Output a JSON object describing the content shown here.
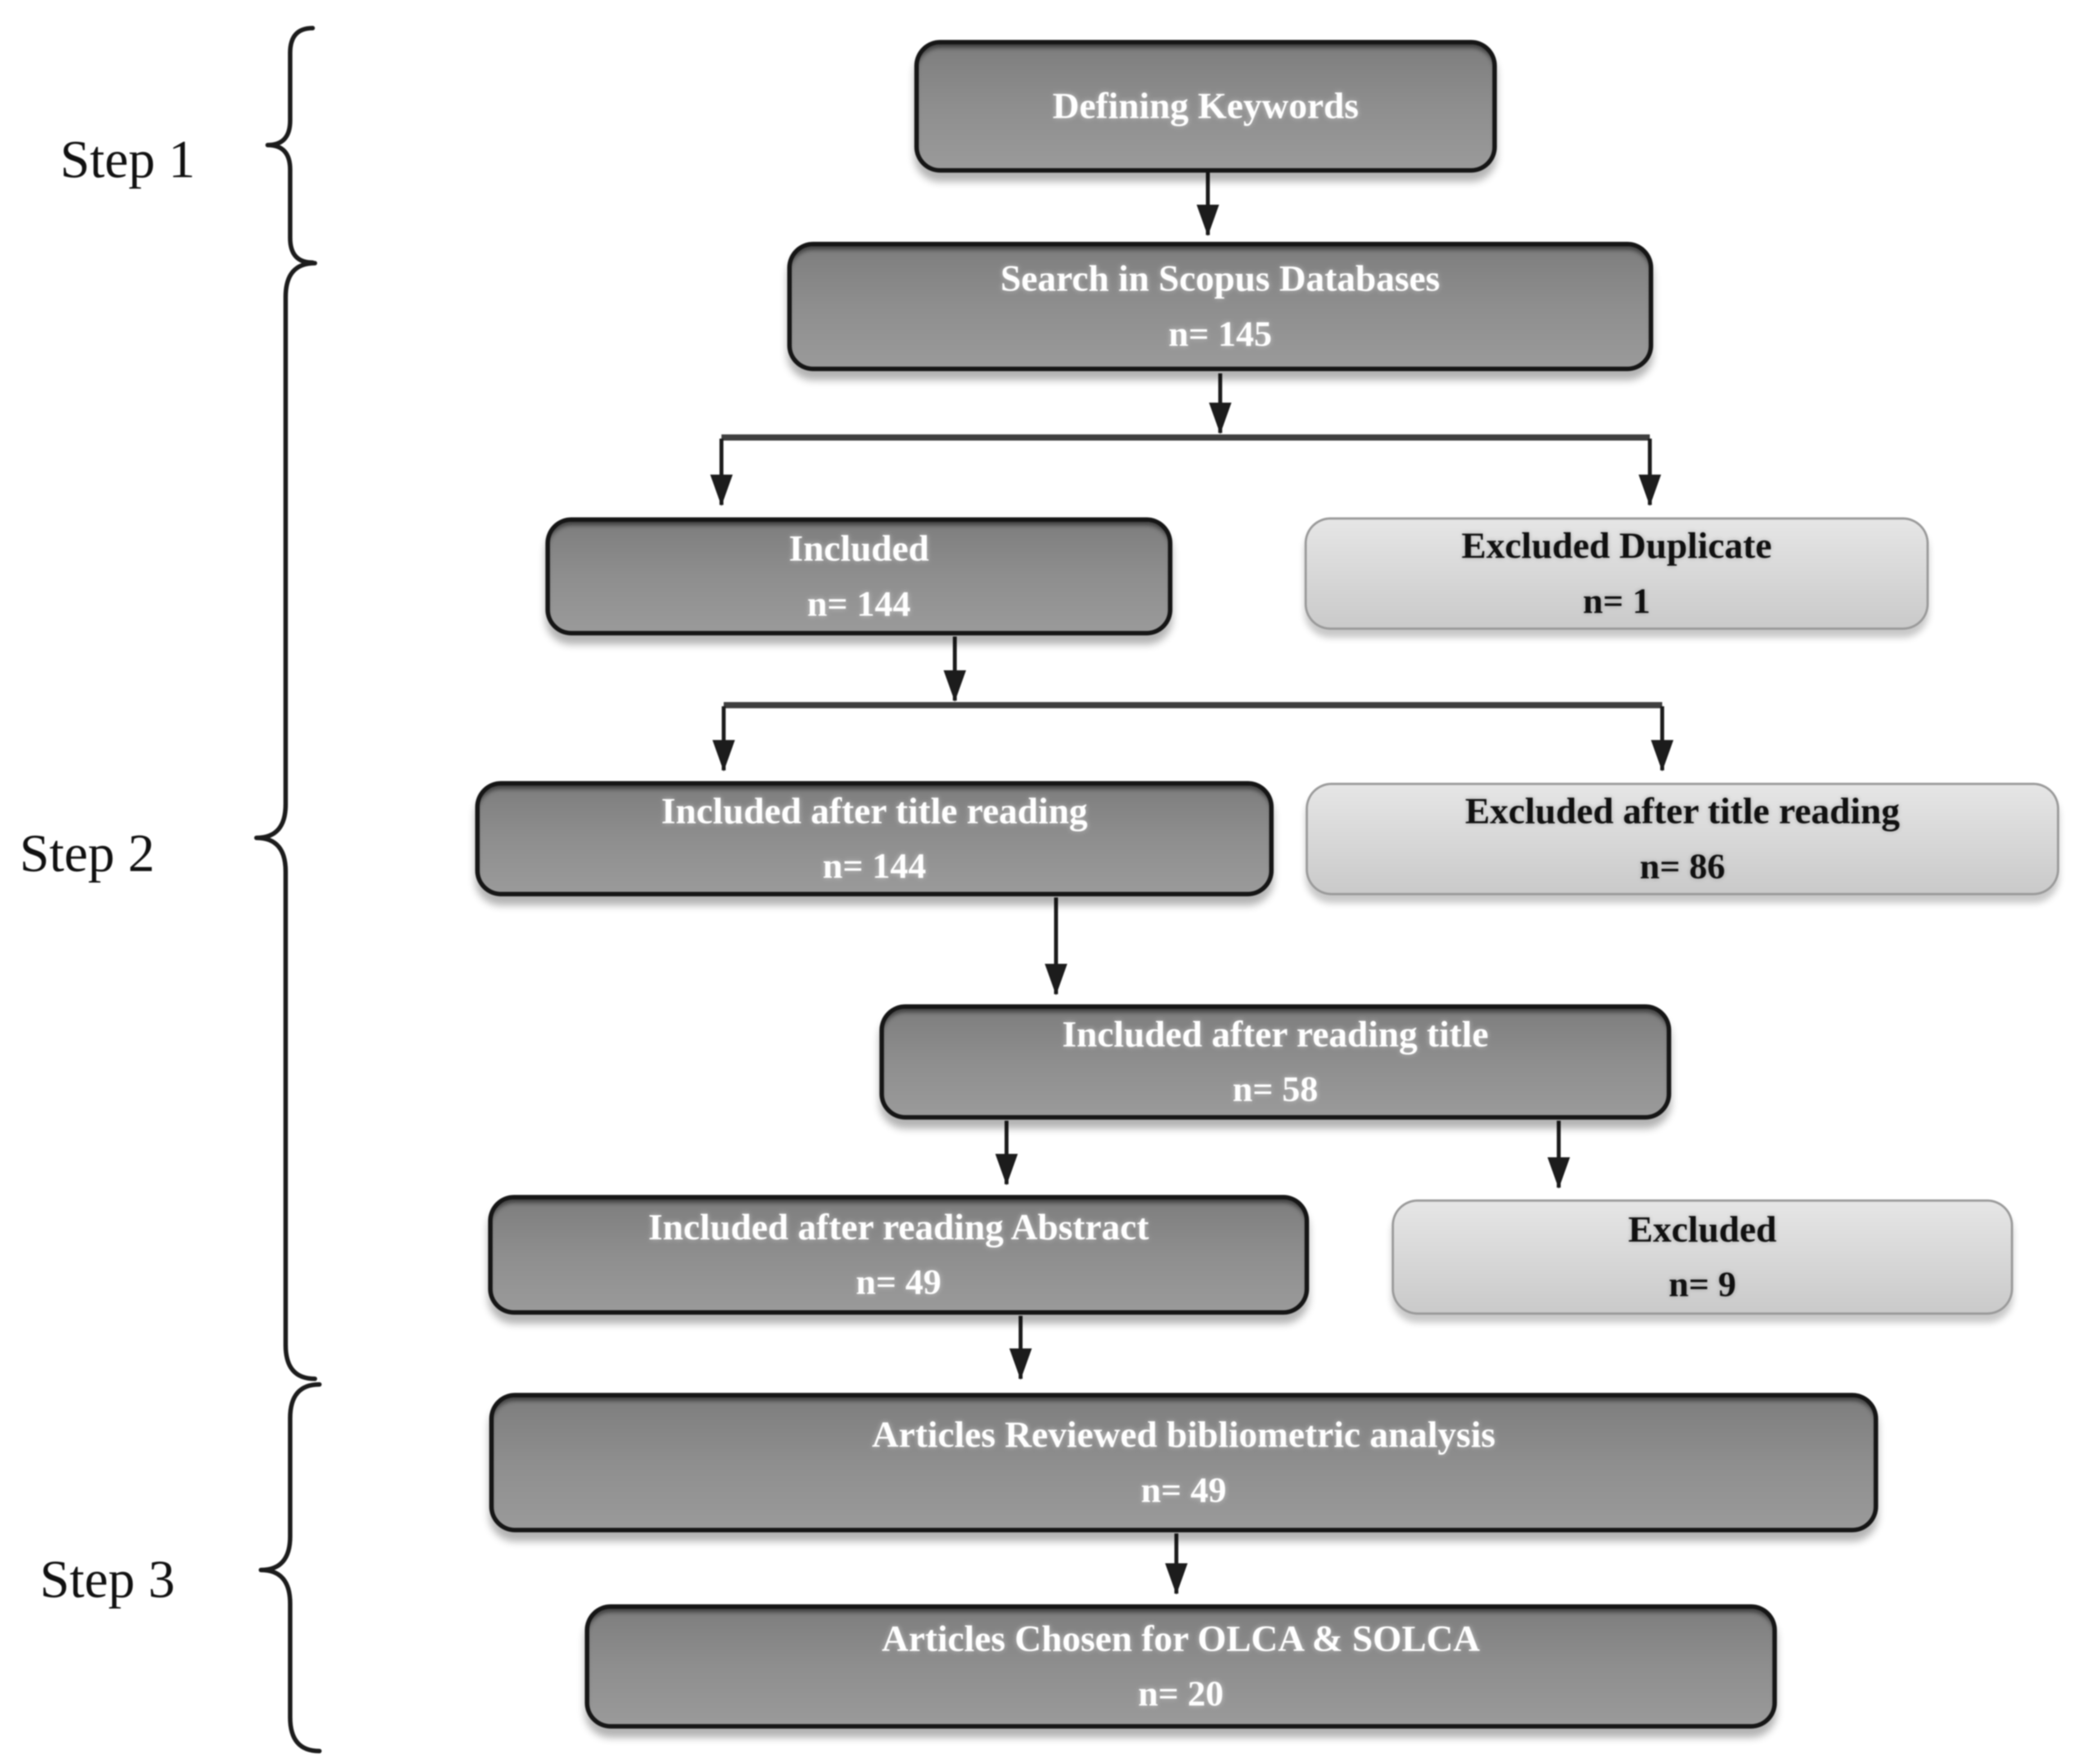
{
  "background": "#ffffff",
  "colors": {
    "background": "#ffffff",
    "dark_box_fill": "#8c8c8c",
    "dark_box_border": "#161616",
    "dark_box_text": "#ffffff",
    "light_box_fill": "#d5d5d5",
    "light_box_border": "#9a9a9a",
    "light_box_text": "#111111",
    "arrow": "#1c1c1c",
    "connector": "#3f3f3f",
    "step_label_text": "#111111"
  },
  "steps": [
    {
      "label": "Step 1"
    },
    {
      "label": "Step 2"
    },
    {
      "label": "Step 3"
    }
  ],
  "nodes": {
    "defining": {
      "title": "Defining Keywords",
      "variant": "dark",
      "step": "Step 1"
    },
    "search": {
      "title": "Search in Scopus Databases",
      "count": "n= 145",
      "variant": "dark",
      "step": "Step 2"
    },
    "included_initial": {
      "title": "Included",
      "count": "n= 144",
      "variant": "dark",
      "step": "Step 2"
    },
    "excluded_duplicate": {
      "title": "Excluded Duplicate",
      "count": "n= 1",
      "variant": "light",
      "step": "Step 2"
    },
    "included_after_title": {
      "title": "Included after title reading",
      "count": "n= 144",
      "variant": "dark",
      "step": "Step 2"
    },
    "excluded_after_title": {
      "title": "Excluded after title reading",
      "count": "n= 86",
      "variant": "light",
      "step": "Step 2"
    },
    "included_after_reading_title": {
      "title": "Included after reading title",
      "count": "n= 58",
      "variant": "dark",
      "step": "Step 2"
    },
    "included_after_abstract": {
      "title": "Included after reading Abstract",
      "count": "n= 49",
      "variant": "dark",
      "step": "Step 2"
    },
    "excluded_after_abstract": {
      "title": "Excluded",
      "count": "n= 9",
      "variant": "light",
      "step": "Step 2"
    },
    "reviewed_bibliometric": {
      "title": "Articles Reviewed bibliometric analysis",
      "count": "n= 49",
      "variant": "dark",
      "step": "Step 3"
    },
    "chosen_olca_solca": {
      "title": "Articles Chosen for OLCA & SOLCA",
      "count": "n= 20",
      "variant": "dark",
      "step": "Step 3"
    }
  },
  "edges": [
    {
      "from": "defining",
      "to": "search"
    },
    {
      "from": "search",
      "to": "included_initial"
    },
    {
      "from": "search",
      "to": "excluded_duplicate"
    },
    {
      "from": "included_initial",
      "to": "included_after_title"
    },
    {
      "from": "included_initial",
      "to": "excluded_after_title"
    },
    {
      "from": "included_after_title",
      "to": "included_after_reading_title"
    },
    {
      "from": "included_after_reading_title",
      "to": "included_after_abstract"
    },
    {
      "from": "included_after_reading_title",
      "to": "excluded_after_abstract"
    },
    {
      "from": "included_after_abstract",
      "to": "reviewed_bibliometric"
    },
    {
      "from": "reviewed_bibliometric",
      "to": "chosen_olca_solca"
    }
  ]
}
